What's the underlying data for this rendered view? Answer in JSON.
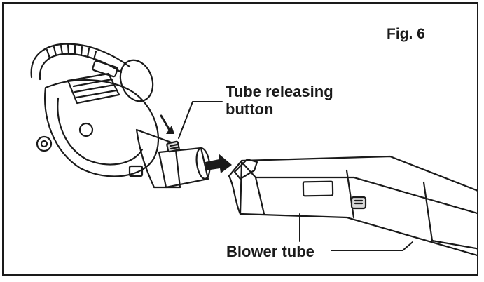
{
  "figure": {
    "number_label": "Fig. 6"
  },
  "callouts": {
    "release_button": {
      "line1": "Tube releasing",
      "line2": "button"
    },
    "blower_tube": "Blower tube"
  },
  "colors": {
    "ink": "#1a1a1a",
    "paper": "#ffffff",
    "shade": "#d9d9d9"
  }
}
